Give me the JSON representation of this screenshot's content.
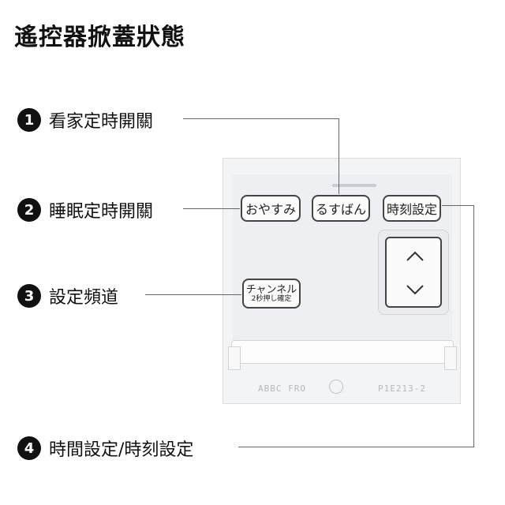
{
  "title": "遙控器掀蓋狀態",
  "callouts": [
    {
      "num": "1",
      "label": "看家定時開關"
    },
    {
      "num": "2",
      "label": "睡眠定時開關"
    },
    {
      "num": "3",
      "label": "設定頻道"
    },
    {
      "num": "4",
      "label": "時間設定/時刻設定"
    }
  ],
  "remote": {
    "buttons": {
      "oyasumi": "おやすみ",
      "rusuban": "るすばん",
      "jikoku": "時刻設定",
      "channel_main": "チャンネル",
      "channel_sub": "2秒押し確定"
    },
    "up_icon": "chevron-up-icon",
    "down_icon": "chevron-down-icon",
    "code_left": "ABBC FRO",
    "code_right": "P1E213-2"
  }
}
